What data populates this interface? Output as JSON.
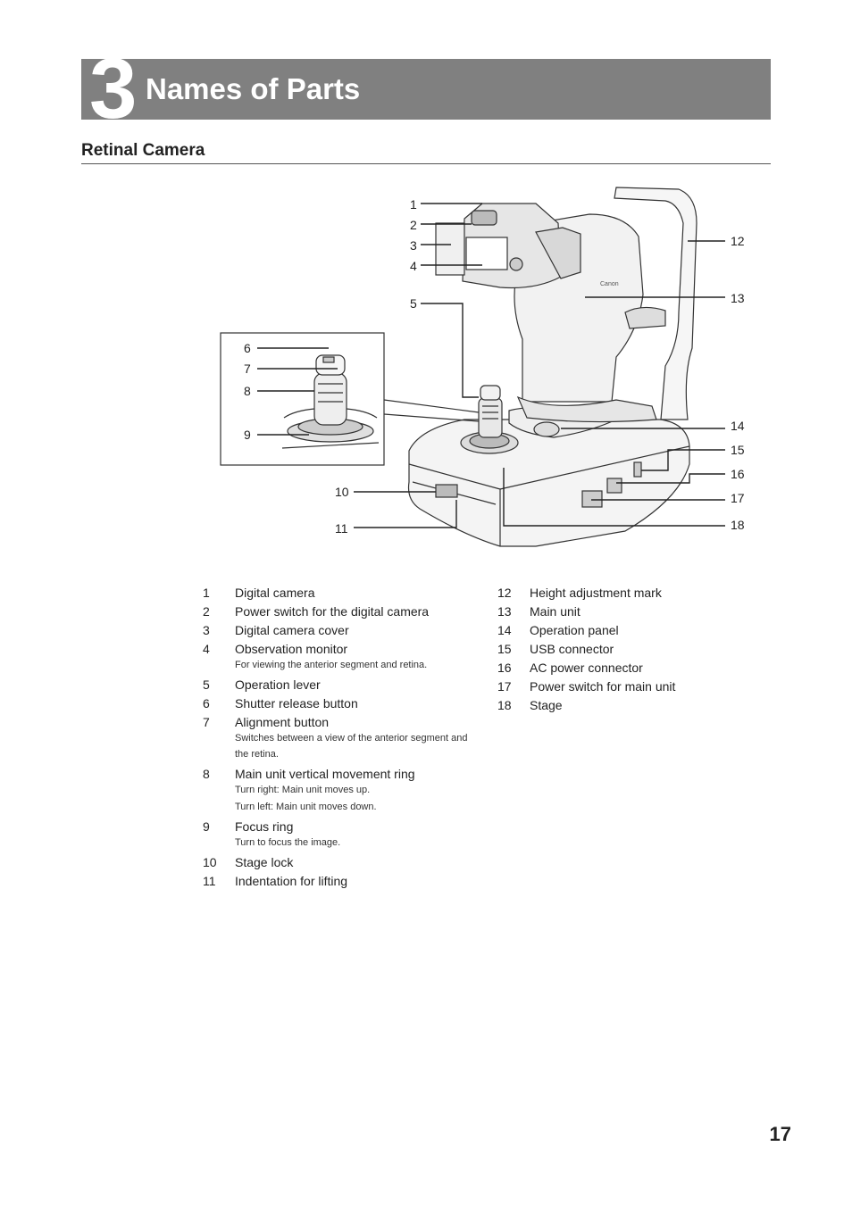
{
  "chapter": {
    "number": "3",
    "title": "Names of Parts"
  },
  "section": {
    "title": "Retinal Camera"
  },
  "diagram": {
    "callouts": [
      "1",
      "2",
      "3",
      "4",
      "5",
      "6",
      "7",
      "8",
      "9",
      "10",
      "11",
      "12",
      "13",
      "14",
      "15",
      "16",
      "17",
      "18"
    ]
  },
  "parts_left": [
    {
      "num": "1",
      "label": "Digital camera",
      "notes": []
    },
    {
      "num": "2",
      "label": "Power switch for the digital camera",
      "notes": []
    },
    {
      "num": "3",
      "label": "Digital camera cover",
      "notes": []
    },
    {
      "num": "4",
      "label": "Observation monitor",
      "notes": [
        "For viewing the anterior segment and retina."
      ]
    },
    {
      "num": "5",
      "label": "Operation lever",
      "notes": []
    },
    {
      "num": "6",
      "label": "Shutter release button",
      "notes": []
    },
    {
      "num": "7",
      "label": "Alignment button",
      "notes": [
        "Switches between a view of the anterior segment and the retina."
      ]
    },
    {
      "num": "8",
      "label": "Main unit vertical movement ring",
      "notes": [
        "Turn right: Main unit moves up.",
        "Turn left: Main unit moves down."
      ]
    },
    {
      "num": "9",
      "label": "Focus ring",
      "notes": [
        "Turn to focus the image."
      ]
    },
    {
      "num": "10",
      "label": "Stage lock",
      "notes": []
    },
    {
      "num": "11",
      "label": "Indentation for lifting",
      "notes": []
    }
  ],
  "parts_right": [
    {
      "num": "12",
      "label": "Height adjustment mark",
      "notes": []
    },
    {
      "num": "13",
      "label": "Main unit",
      "notes": []
    },
    {
      "num": "14",
      "label": "Operation panel",
      "notes": []
    },
    {
      "num": "15",
      "label": "USB connector",
      "notes": []
    },
    {
      "num": "16",
      "label": "AC power connector",
      "notes": []
    },
    {
      "num": "17",
      "label": "Power switch for main unit",
      "notes": []
    },
    {
      "num": "18",
      "label": "Stage",
      "notes": []
    }
  ],
  "page_number": "17"
}
